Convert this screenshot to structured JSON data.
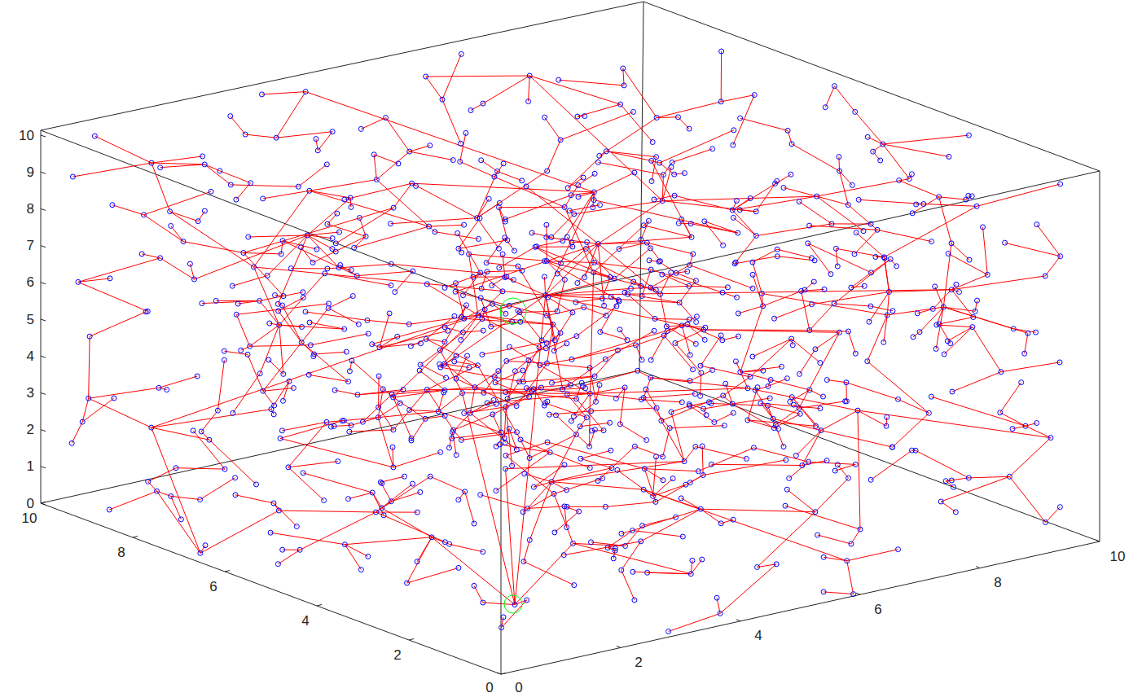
{
  "diagram": {
    "labels": [
      "10",
      "9",
      "8",
      "7",
      "6",
      "5",
      "4",
      "3",
      "2",
      "1",
      "0",
      "10",
      "8",
      "6",
      "4",
      "2",
      "0",
      "0",
      "2",
      "4",
      "6",
      "8",
      "10"
    ]
  }
}
